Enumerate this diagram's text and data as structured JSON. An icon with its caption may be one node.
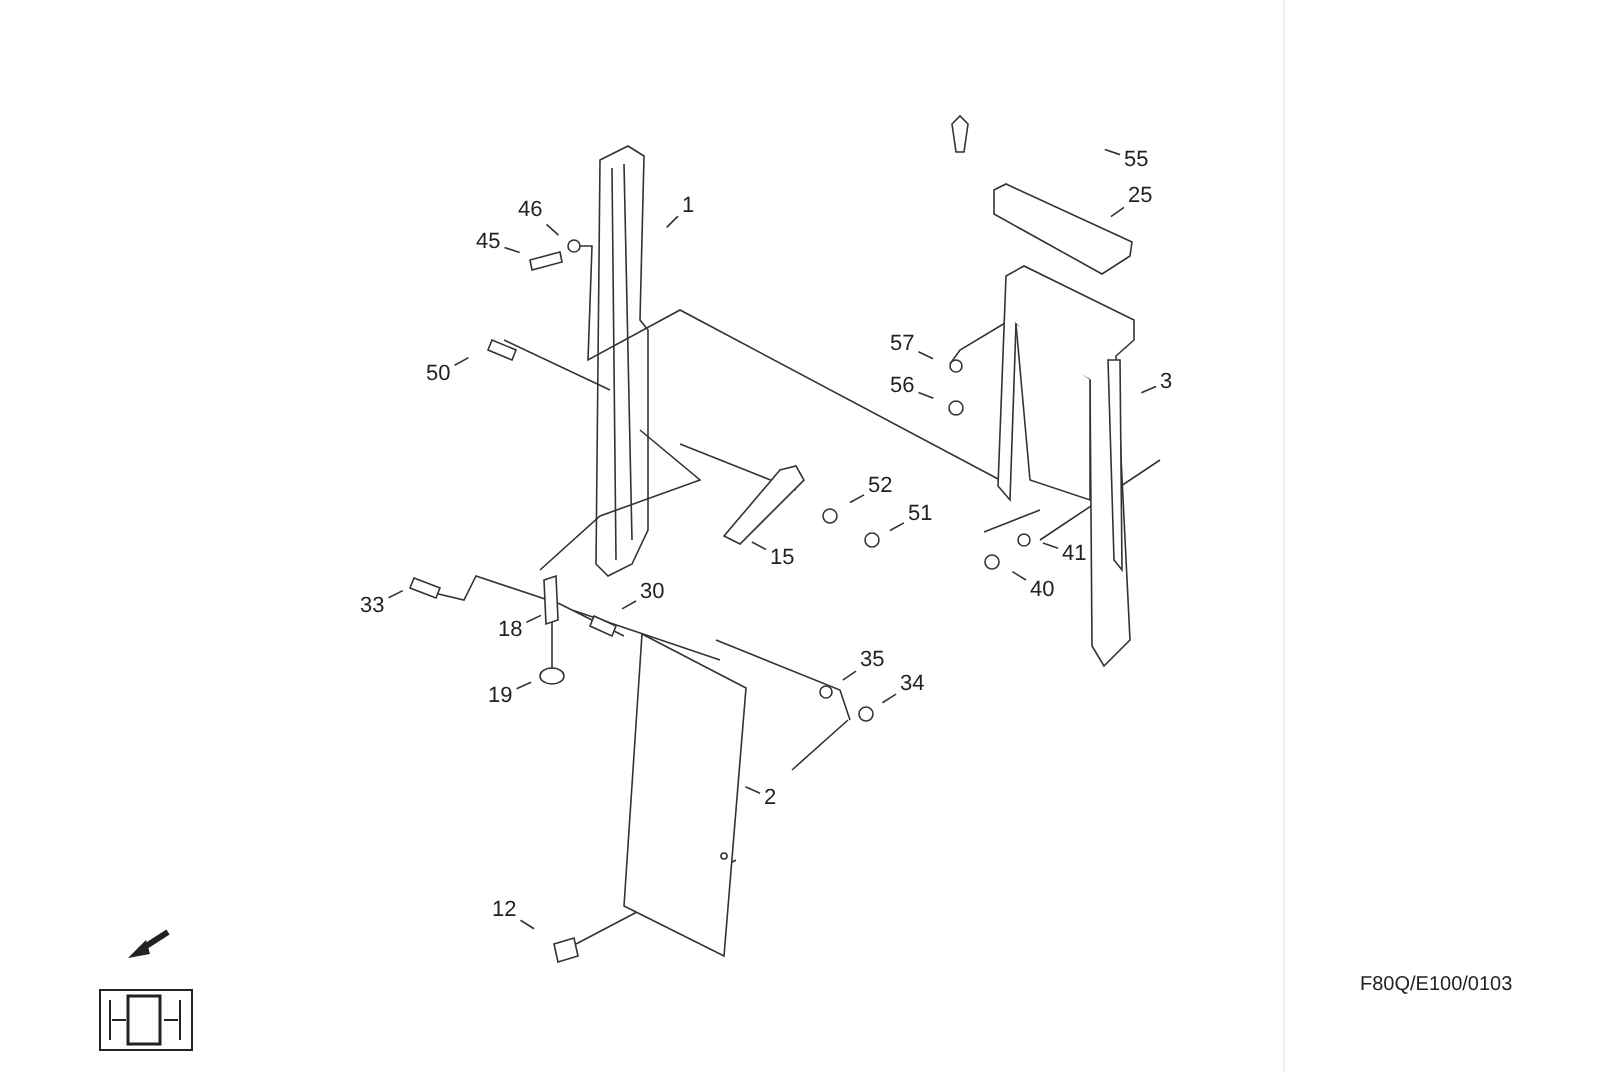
{
  "diagram": {
    "nodes": [
      {
        "text": [
          "1"
        ]
      },
      {
        "text": [
          "46"
        ]
      },
      {
        "text": [
          "45"
        ]
      },
      {
        "text": [
          "50"
        ]
      },
      {
        "text": [
          "55"
        ]
      },
      {
        "text": [
          "25"
        ]
      },
      {
        "text": [
          "57"
        ]
      },
      {
        "text": [
          "56"
        ]
      },
      {
        "text": [
          "3"
        ]
      },
      {
        "text": [
          "52"
        ]
      },
      {
        "text": [
          "51"
        ]
      },
      {
        "text": [
          "15"
        ]
      },
      {
        "text": [
          "41"
        ]
      },
      {
        "text": [
          "40"
        ]
      },
      {
        "text": [
          "33"
        ]
      },
      {
        "text": [
          "30"
        ]
      },
      {
        "text": [
          "18"
        ]
      },
      {
        "text": [
          "19"
        ]
      },
      {
        "text": [
          "35"
        ]
      },
      {
        "text": [
          "34"
        ]
      },
      {
        "text": [
          "2"
        ]
      },
      {
        "text": [
          "12"
        ]
      }
    ],
    "edges": [
      {
        "from": 0,
        "to": null,
        "arrow": "none"
      },
      {
        "from": 1,
        "to": null,
        "arrow": "none"
      },
      {
        "from": 2,
        "to": null,
        "arrow": "none"
      },
      {
        "from": 3,
        "to": null,
        "arrow": "none"
      },
      {
        "from": 4,
        "to": null,
        "arrow": "none"
      },
      {
        "from": 5,
        "to": null,
        "arrow": "none"
      },
      {
        "from": 6,
        "to": null,
        "arrow": "none"
      },
      {
        "from": 7,
        "to": null,
        "arrow": "none"
      },
      {
        "from": 8,
        "to": null,
        "arrow": "none"
      },
      {
        "from": 9,
        "to": null,
        "arrow": "none"
      },
      {
        "from": 10,
        "to": null,
        "arrow": "none"
      },
      {
        "from": 11,
        "to": null,
        "arrow": "none"
      },
      {
        "from": 12,
        "to": null,
        "arrow": "none"
      },
      {
        "from": 13,
        "to": null,
        "arrow": "none"
      },
      {
        "from": 14,
        "to": null,
        "arrow": "none"
      },
      {
        "from": 15,
        "to": null,
        "arrow": "none"
      },
      {
        "from": 16,
        "to": null,
        "arrow": "none"
      },
      {
        "from": 17,
        "to": null,
        "arrow": "none"
      },
      {
        "from": 18,
        "to": null,
        "arrow": "none"
      },
      {
        "from": 19,
        "to": null,
        "arrow": "none"
      },
      {
        "from": 20,
        "to": null,
        "arrow": "none"
      },
      {
        "from": 21,
        "to": null,
        "arrow": "none"
      }
    ],
    "labels": [
      "F80Q/E100/0103"
    ]
  }
}
